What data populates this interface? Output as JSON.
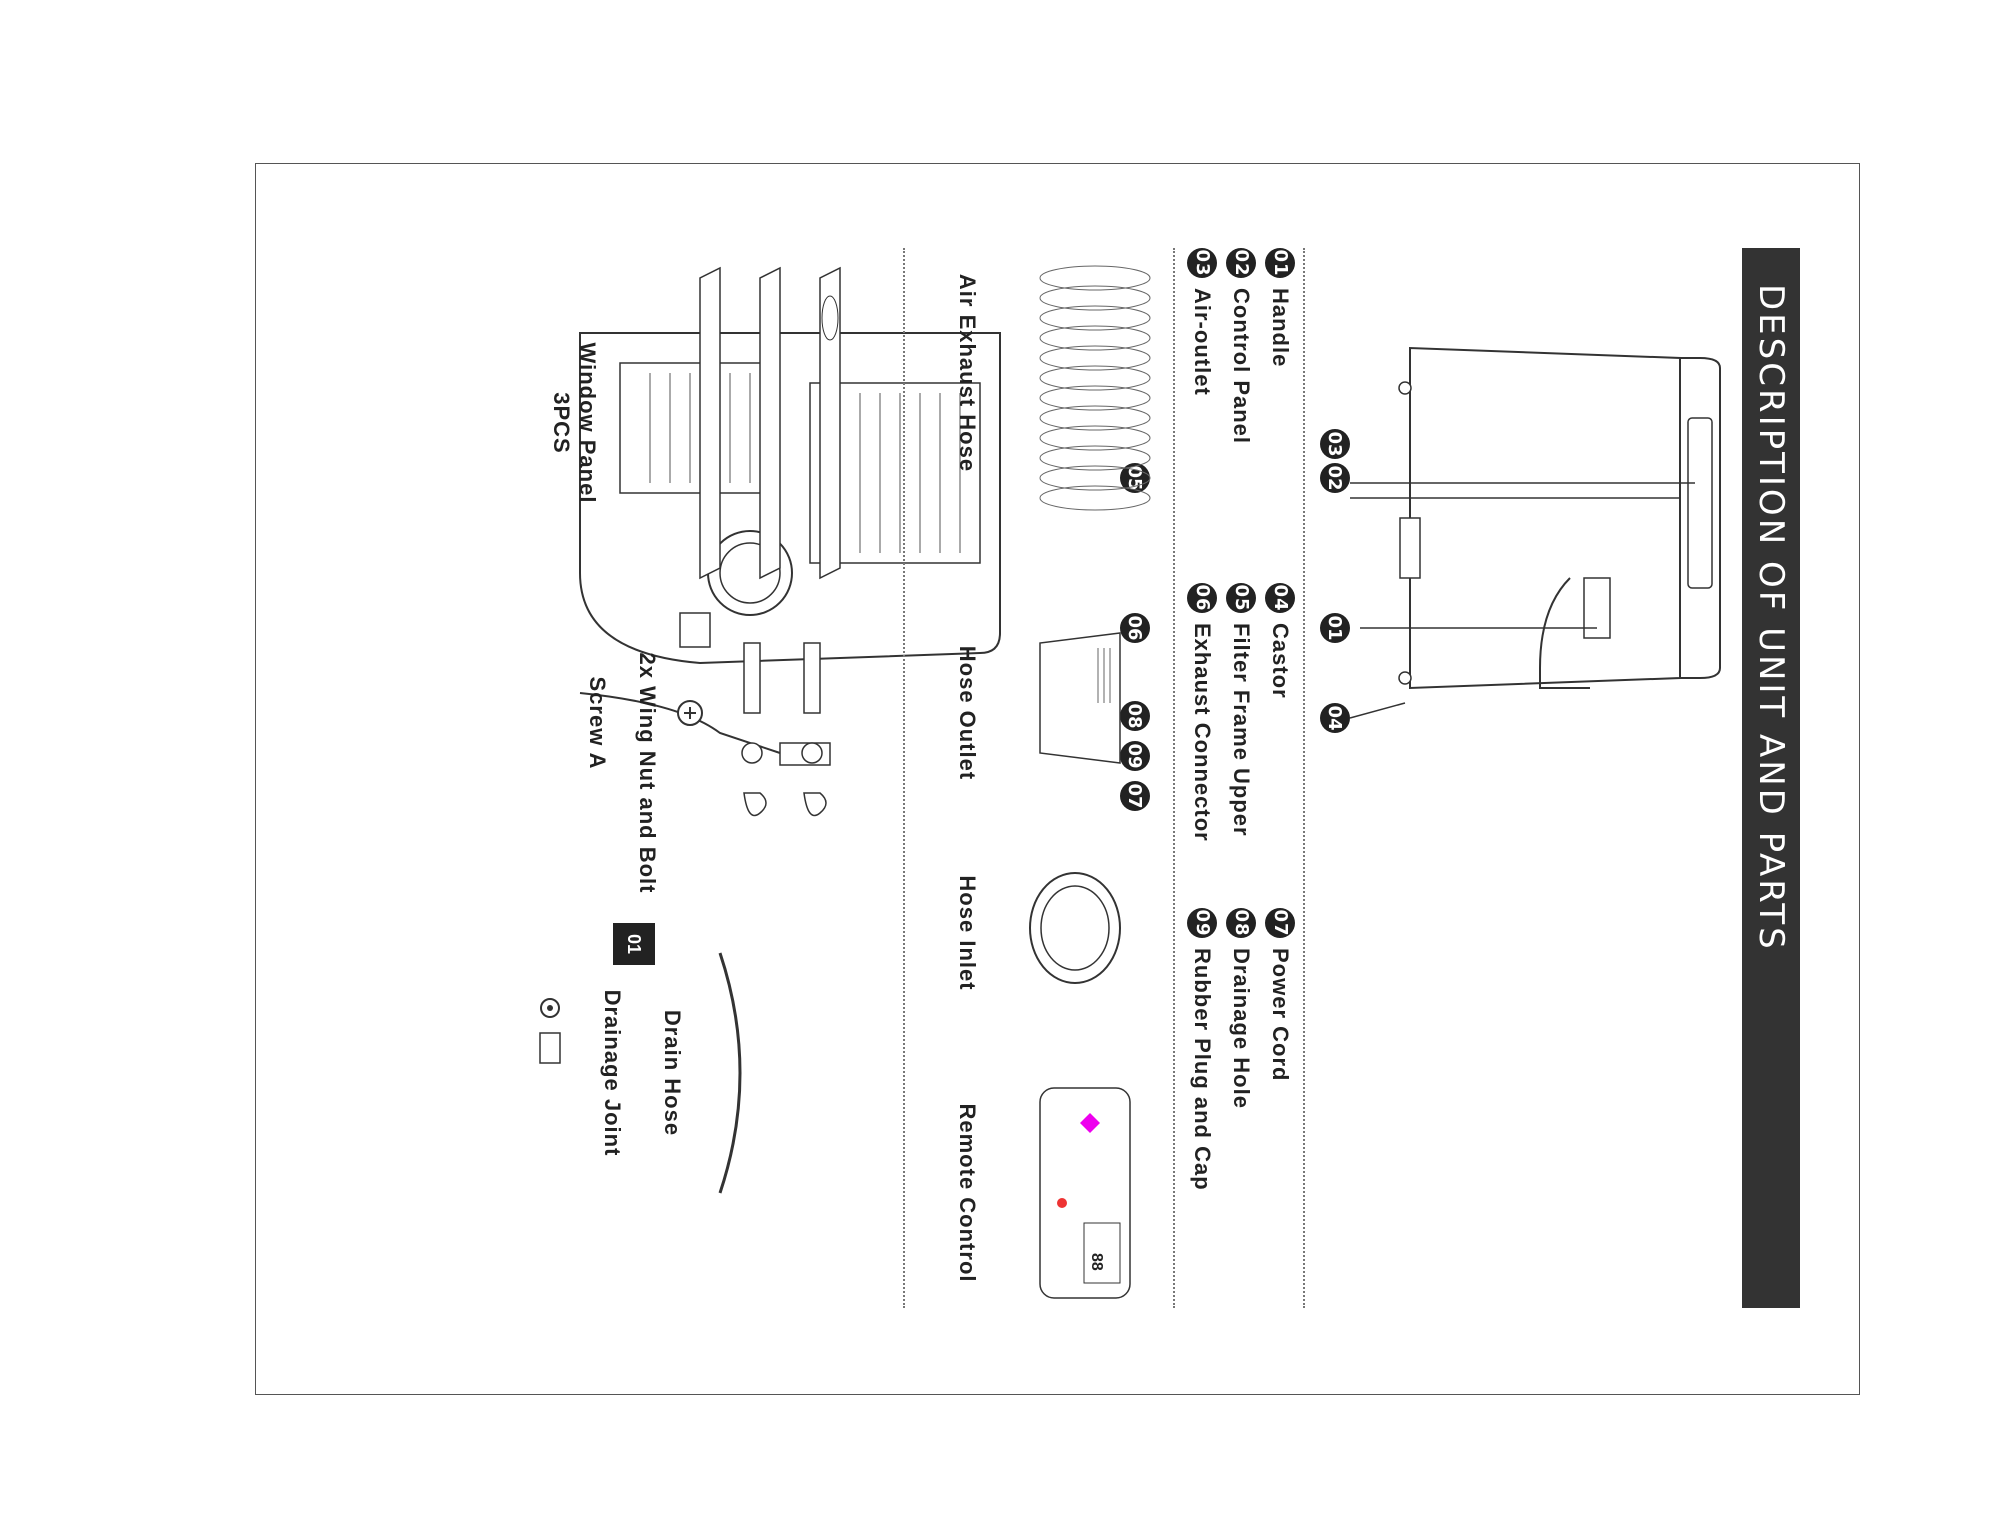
{
  "page": {
    "title": "DESCRIPTION OF UNIT AND PARTS",
    "page_number": "01"
  },
  "legend": [
    {
      "num": "01",
      "label": "Handle"
    },
    {
      "num": "02",
      "label": "Control Panel"
    },
    {
      "num": "03",
      "label": "Air-outlet"
    },
    {
      "num": "04",
      "label": "Castor"
    },
    {
      "num": "05",
      "label": "Filter Frame Upper"
    },
    {
      "num": "06",
      "label": "Exhaust Connector"
    },
    {
      "num": "07",
      "label": "Power Cord"
    },
    {
      "num": "08",
      "label": "Drainage Hole"
    },
    {
      "num": "09",
      "label": "Rubber Plug and Cap"
    }
  ],
  "front_callouts": [
    "02",
    "03",
    "01",
    "04"
  ],
  "back_callouts": [
    "05",
    "06",
    "08",
    "09",
    "07"
  ],
  "accessories_row1": [
    "Air Exhaust Hose",
    "Hose Outlet",
    "Hose Inlet",
    "Remote Control"
  ],
  "accessories_row2": {
    "window_panel": "Window Panel",
    "window_panel_qty": "3PCS",
    "screw": "Screw A",
    "wing_nut": "2x Wing Nut and Bolt",
    "drain_hose": "Drain Hose",
    "drainage_joint": "Drainage Joint"
  },
  "remote_display": "88"
}
